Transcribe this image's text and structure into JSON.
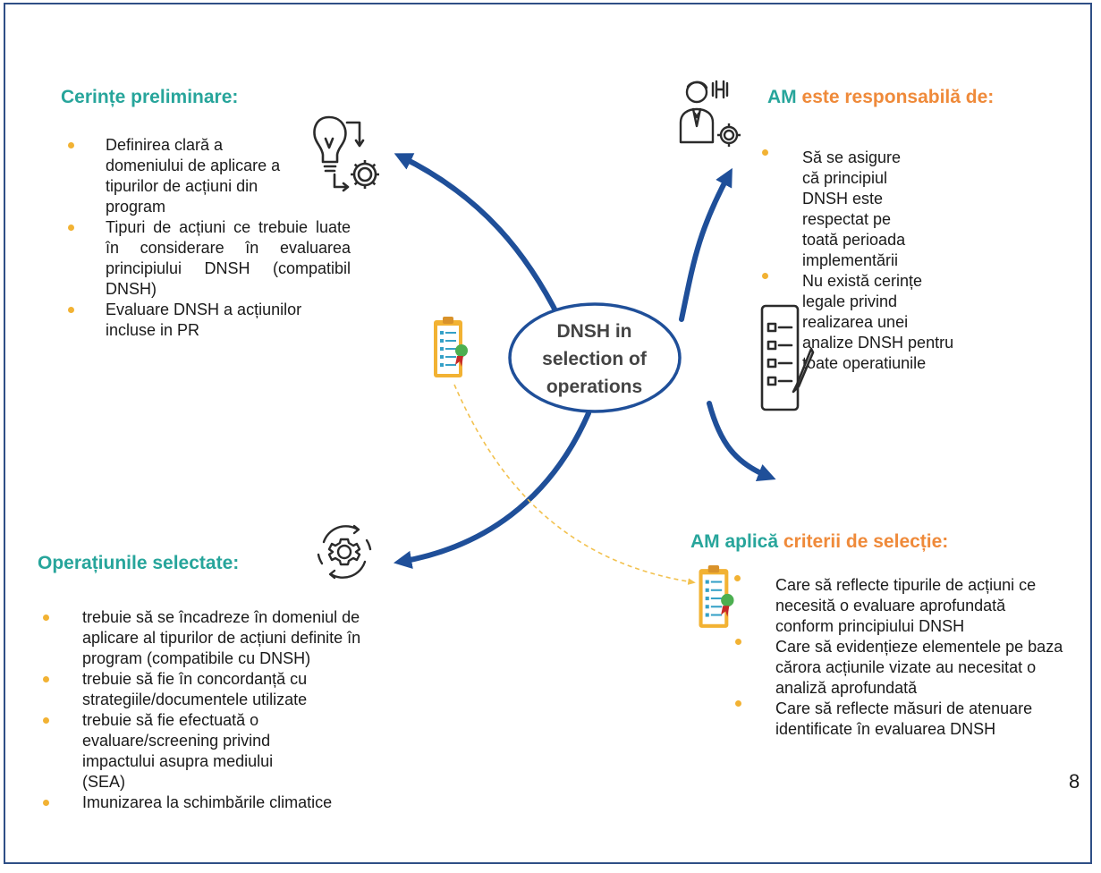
{
  "center": {
    "label_lines": [
      "DNSH in",
      "selection of",
      "operations"
    ]
  },
  "prelim": {
    "title": "Cerințe preliminare:",
    "items": [
      "Definirea clară a domeniului de aplicare a tipurilor de acțiuni din program",
      "Tipuri de acțiuni ce trebuie luate în considerare în evaluarea principiului DNSH (compatibil DNSH)",
      "Evaluare DNSH a acțiunilor incluse in PR"
    ]
  },
  "am": {
    "title_prefix": "AM",
    "title_accent": "este responsabilă de:",
    "items": [
      "Să se asigure că principiul DNSH este respectat pe toată perioada implementării",
      "Nu există cerințe legale privind realizarea unei analize DNSH pentru toate operatiunile"
    ]
  },
  "ops": {
    "title": "Operațiunile selectate:",
    "items": [
      "trebuie să se încadreze în domeniul de aplicare al tipurilor de acțiuni definite în program (compatibile cu DNSH)",
      "trebuie să fie în concordanță cu strategiile/documentele utilizate",
      "trebuie să fie efectuată o evaluare/screening privind impactului asupra mediului (SEA)",
      "Imunizarea la schimbările climatice"
    ]
  },
  "criteria": {
    "title_prefix": "AM aplică",
    "title_accent": "criterii de selecție:",
    "items": [
      "Care să reflecte tipurile de acțiuni ce necesită o evaluare aprofundată conform principiului DNSH",
      "Care să evidențieze elementele pe baza cărora acțiunile vizate au necesitat o analiză aprofundată",
      "Care să reflecte măsuri de atenuare identificate în evaluarea DNSH"
    ]
  },
  "page_number": "8",
  "colors": {
    "frame": "#2f4f86",
    "arrow": "#1f4f99",
    "heading": "#27a59b",
    "accent": "#ef8a3a",
    "bullet": "#f2b233",
    "dashed_connector": "#f2c14e"
  },
  "icons": [
    "lightbulb-gear-icon",
    "businessman-gear-icon",
    "checklist-pen-icon",
    "clipboard-checklist-icon",
    "gear-cycle-icon",
    "clipboard-checklist-icon"
  ]
}
